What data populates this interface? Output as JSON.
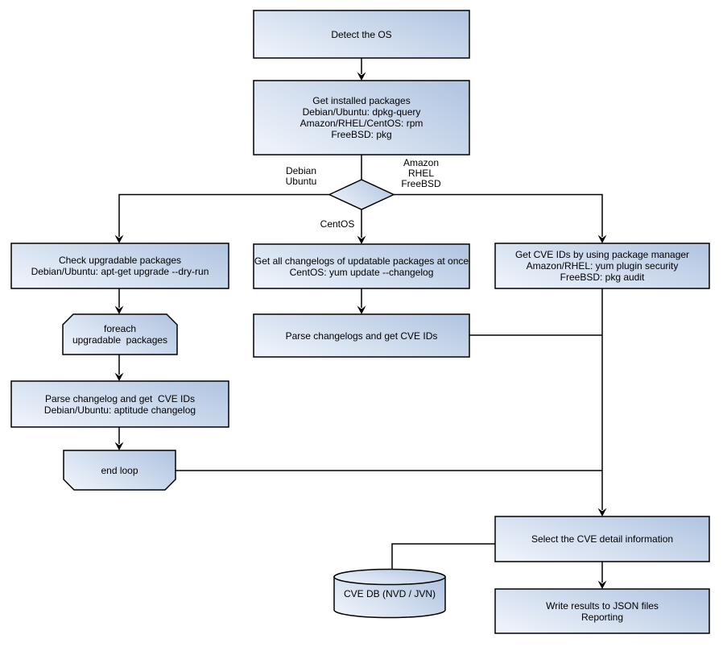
{
  "colors": {
    "node_fill_start": "#edf2fa",
    "node_fill_end": "#b4c7e2",
    "node_stroke": "#000000",
    "edge": "#000000",
    "background": "#ffffff",
    "text": "#000000"
  },
  "nodes": {
    "detect_os": {
      "label": "Detect the OS"
    },
    "get_installed_packages": {
      "label": "Get installed packages\nDebian/Ubuntu: dpkg-query\nAmazon/RHEL/CentOS: rpm\nFreeBSD: pkg"
    },
    "check_upgradable": {
      "label": "Check upgradable packages\nDebian/Ubuntu: apt-get upgrade --dry-run"
    },
    "foreach_loop": {
      "label": "foreach\nupgradable  packages"
    },
    "parse_changelog": {
      "label": "Parse changelog and get  CVE IDs\nDebian/Ubuntu: aptitude changelog"
    },
    "end_loop": {
      "label": "end loop"
    },
    "get_all_changelogs": {
      "label": "Get all changelogs of updatable packages at once\nCentOS: yum update --changelog"
    },
    "parse_changelogs": {
      "label": "Parse changelogs and get CVE IDs"
    },
    "get_cve_ids": {
      "label": "Get CVE IDs by using package manager\nAmazon/RHEL: yum plugin security\nFreeBSD: pkg audit"
    },
    "select_cve_detail": {
      "label": "Select the CVE detail information"
    },
    "cve_db": {
      "label": "CVE DB (NVD / JVN)"
    },
    "write_results": {
      "label": "Write results to JSON files\nReporting"
    }
  },
  "edge_labels": {
    "debian_ubuntu": "Debian\nUbuntu",
    "amazon_rhel_freebsd": "Amazon\nRHEL\nFreeBSD",
    "centos": "CentOS"
  }
}
